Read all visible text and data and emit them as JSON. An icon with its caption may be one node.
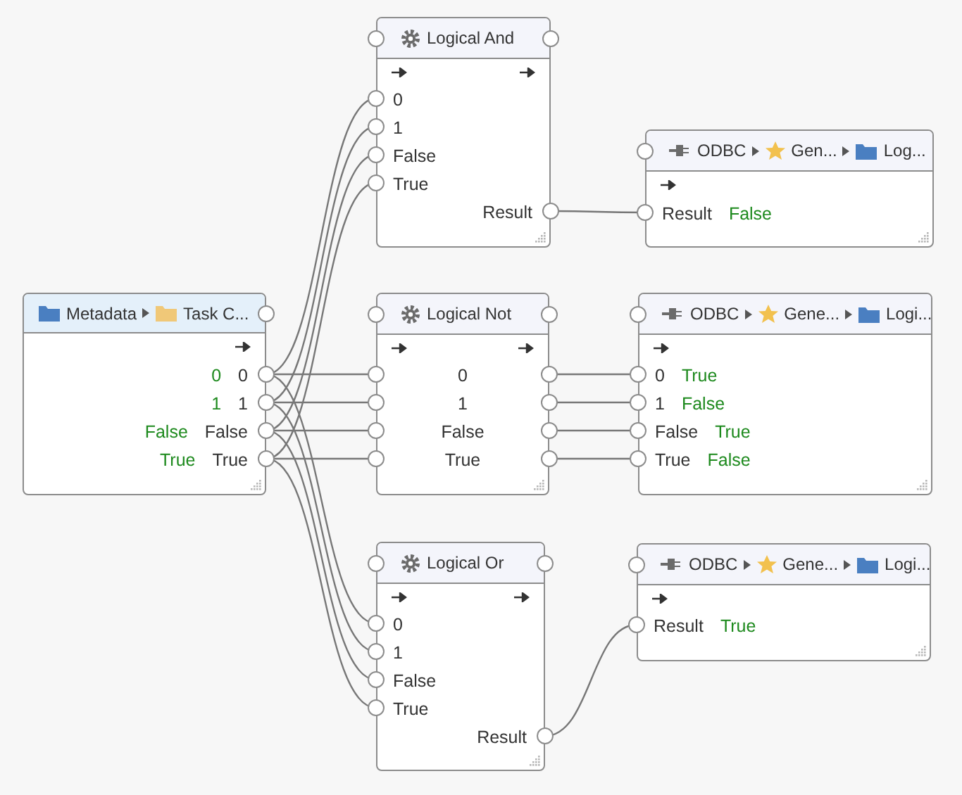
{
  "diagram": {
    "nodes": [
      {
        "text": [
          "Logical And",
          "0",
          "1",
          "False",
          "True",
          "Result"
        ]
      },
      {
        "text": [
          "ODBC",
          "Gen...",
          "Log...",
          "Result",
          "False"
        ]
      },
      {
        "text": [
          "Metadata",
          "Task C...",
          "0",
          "0",
          "1",
          "1",
          "False",
          "False",
          "True",
          "True"
        ]
      },
      {
        "text": [
          "Logical Not",
          "0",
          "1",
          "False",
          "True"
        ]
      },
      {
        "text": [
          "ODBC",
          "Gene...",
          "Logi...",
          "0",
          "True",
          "1",
          "False",
          "False",
          "True",
          "True",
          "False"
        ]
      },
      {
        "text": [
          "Logical Or",
          "0",
          "1",
          "False",
          "True",
          "Result"
        ]
      },
      {
        "text": [
          "ODBC",
          "Gene...",
          "Logi...",
          "Result",
          "True"
        ]
      }
    ],
    "edges": [
      {
        "from": 2,
        "to": 0,
        "arrow": "none"
      },
      {
        "from": 2,
        "to": 0,
        "arrow": "none"
      },
      {
        "from": 2,
        "to": 0,
        "arrow": "none"
      },
      {
        "from": 2,
        "to": 0,
        "arrow": "none"
      },
      {
        "from": 0,
        "to": 1,
        "arrow": "none"
      },
      {
        "from": 2,
        "to": 3,
        "arrow": "none"
      },
      {
        "from": 2,
        "to": 3,
        "arrow": "none"
      },
      {
        "from": 2,
        "to": 3,
        "arrow": "none"
      },
      {
        "from": 2,
        "to": 3,
        "arrow": "none"
      },
      {
        "from": 3,
        "to": 4,
        "arrow": "none"
      },
      {
        "from": 3,
        "to": 4,
        "arrow": "none"
      },
      {
        "from": 3,
        "to": 4,
        "arrow": "none"
      },
      {
        "from": 3,
        "to": 4,
        "arrow": "none"
      },
      {
        "from": 2,
        "to": 5,
        "arrow": "none"
      },
      {
        "from": 2,
        "to": 5,
        "arrow": "none"
      },
      {
        "from": 2,
        "to": 5,
        "arrow": "none"
      },
      {
        "from": 2,
        "to": 5,
        "arrow": "none"
      },
      {
        "from": 5,
        "to": 6,
        "arrow": "none"
      }
    ]
  }
}
